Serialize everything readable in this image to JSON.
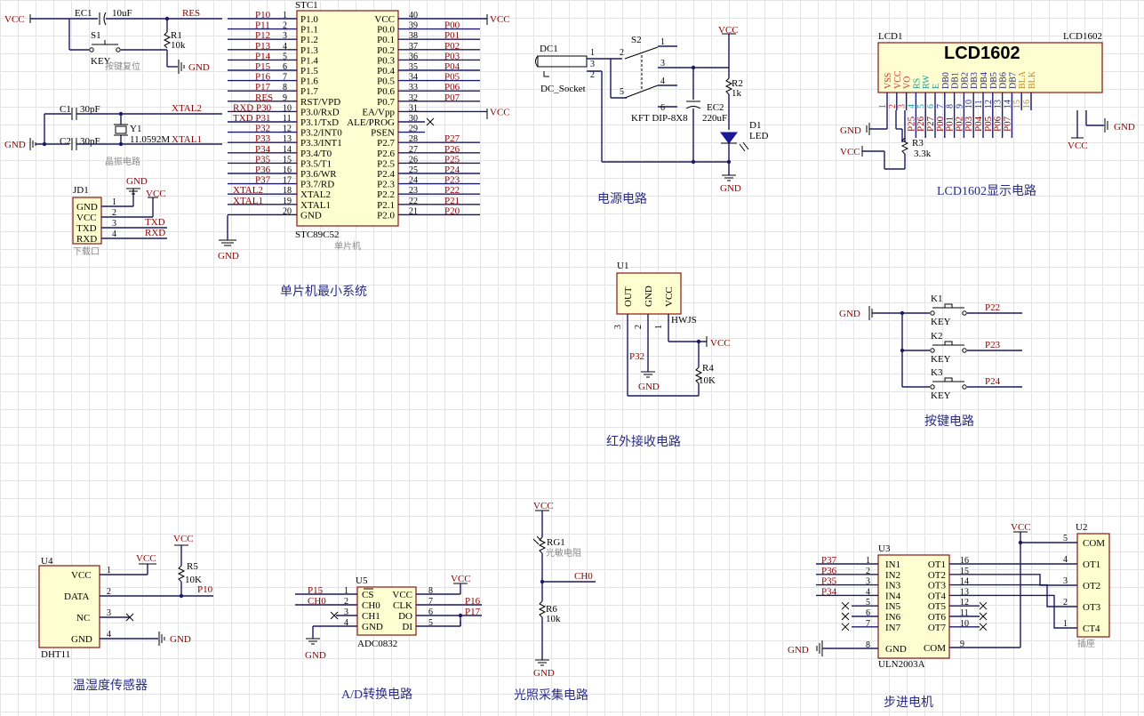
{
  "mcu": {
    "designator": "STC1",
    "part": "STC89C52",
    "name": "单片机",
    "title": "单片机最小系统",
    "left_pins": [
      {
        "num": "1",
        "name": "P1.0",
        "net": "P10"
      },
      {
        "num": "2",
        "name": "P1.1",
        "net": "P11"
      },
      {
        "num": "3",
        "name": "P1.2",
        "net": "P12"
      },
      {
        "num": "4",
        "name": "P1.3",
        "net": "P13"
      },
      {
        "num": "5",
        "name": "P1.4",
        "net": "P14"
      },
      {
        "num": "6",
        "name": "P1.5",
        "net": "P15"
      },
      {
        "num": "7",
        "name": "P1.6",
        "net": "P16"
      },
      {
        "num": "8",
        "name": "P1.7",
        "net": "P17"
      },
      {
        "num": "9",
        "name": "RST/VPD",
        "net": "RES"
      },
      {
        "num": "10",
        "name": "P3.0/RxD",
        "net": "RXD P30"
      },
      {
        "num": "11",
        "name": "P3.1/TxD",
        "net": "TXD P31"
      },
      {
        "num": "12",
        "name": "P3.2/INT0",
        "net": "P32"
      },
      {
        "num": "13",
        "name": "P3.3/INT1",
        "net": "P33"
      },
      {
        "num": "14",
        "name": "P3.4/T0",
        "net": "P34"
      },
      {
        "num": "15",
        "name": "P3.5/T1",
        "net": "P35"
      },
      {
        "num": "16",
        "name": "P3.6/WR",
        "net": "P36"
      },
      {
        "num": "17",
        "name": "P3.7/RD",
        "net": "P37"
      },
      {
        "num": "18",
        "name": "XTAL2",
        "net": "XTAL2"
      },
      {
        "num": "19",
        "name": "XTAL1",
        "net": "XTAL1"
      },
      {
        "num": "20",
        "name": "GND",
        "net": ""
      }
    ],
    "right_pins": [
      {
        "num": "40",
        "name": "VCC",
        "net": "VCC"
      },
      {
        "num": "39",
        "name": "P0.0",
        "net": "P00"
      },
      {
        "num": "38",
        "name": "P0.1",
        "net": "P01"
      },
      {
        "num": "37",
        "name": "P0.2",
        "net": "P02"
      },
      {
        "num": "36",
        "name": "P0.3",
        "net": "P03"
      },
      {
        "num": "35",
        "name": "P0.4",
        "net": "P04"
      },
      {
        "num": "34",
        "name": "P0.5",
        "net": "P05"
      },
      {
        "num": "33",
        "name": "P0.6",
        "net": "P06"
      },
      {
        "num": "32",
        "name": "P0.7",
        "net": "P07"
      },
      {
        "num": "31",
        "name": "EA/Vpp",
        "net": "VCC"
      },
      {
        "num": "30",
        "name": "ALE/PROG",
        "net": ""
      },
      {
        "num": "29",
        "name": "PSEN",
        "net": ""
      },
      {
        "num": "28",
        "name": "P2.7",
        "net": "P27"
      },
      {
        "num": "27",
        "name": "P2.6",
        "net": "P26"
      },
      {
        "num": "26",
        "name": "P2.5",
        "net": "P25"
      },
      {
        "num": "25",
        "name": "P2.4",
        "net": "P24"
      },
      {
        "num": "24",
        "name": "P2.3",
        "net": "P23"
      },
      {
        "num": "23",
        "name": "P2.2",
        "net": "P22"
      },
      {
        "num": "22",
        "name": "P2.1",
        "net": "P21"
      },
      {
        "num": "21",
        "name": "P2.0",
        "net": "P20"
      }
    ],
    "gnd": "GND"
  },
  "reset": {
    "vcc": "VCC",
    "cap": "EC1",
    "cap_val": "10uF",
    "net": "RES",
    "switch": "S1",
    "switch_type": "KEY",
    "res": "R1",
    "res_val": "10k",
    "gnd": "GND",
    "caption": "按键复位"
  },
  "crystal": {
    "c1": "C1",
    "c1_val": "30pF",
    "c2": "C2",
    "c2_val": "30pF",
    "y": "Y1",
    "y_val": "11.0592M",
    "net2": "XTAL2",
    "net1": "XTAL1",
    "gnd": "GND",
    "caption": "晶振电路"
  },
  "download": {
    "designator": "JD1",
    "gnd": "GND",
    "vcc": "VCC",
    "pins": [
      {
        "num": "1",
        "name": "GND",
        "net": ""
      },
      {
        "num": "2",
        "name": "VCC",
        "net": ""
      },
      {
        "num": "3",
        "name": "TXD",
        "net": "TXD"
      },
      {
        "num": "4",
        "name": "RXD",
        "net": "RXD"
      }
    ],
    "caption": "下载口"
  },
  "power": {
    "dc": "DC1",
    "dc_type": "DC_Socket",
    "dc_pins": [
      "1",
      "2",
      "3"
    ],
    "switch": "S2",
    "switch_type": "KFT DIP-8X8",
    "switch_pins": [
      "1",
      "2",
      "3",
      "4",
      "5",
      "6"
    ],
    "vcc": "VCC",
    "r": "R2",
    "r_val": "1k",
    "ec": "EC2",
    "ec_val": "220uF",
    "led": "D1",
    "led_type": "LED",
    "gnd": "GND",
    "title": "电源电路"
  },
  "lcd": {
    "designator": "LCD1",
    "part": "LCD1602",
    "big": "LCD1602",
    "pins": [
      {
        "num": "1",
        "name": "VSS",
        "c": "ps",
        "net": ""
      },
      {
        "num": "2",
        "name": "VCC",
        "c": "ps",
        "net": ""
      },
      {
        "num": "3",
        "name": "VO",
        "c": "ps",
        "net": ""
      },
      {
        "num": "4",
        "name": "RS",
        "c": "pc",
        "net": "P25"
      },
      {
        "num": "5",
        "name": "RW",
        "c": "pc",
        "net": "P26"
      },
      {
        "num": "6",
        "name": "E",
        "c": "pc",
        "net": "P27"
      },
      {
        "num": "7",
        "name": "DB0",
        "c": "pb",
        "net": "P00"
      },
      {
        "num": "8",
        "name": "DB1",
        "c": "pb",
        "net": "P01"
      },
      {
        "num": "9",
        "name": "DB2",
        "c": "pb",
        "net": "P02"
      },
      {
        "num": "10",
        "name": "DB3",
        "c": "pb",
        "net": "P03"
      },
      {
        "num": "11",
        "name": "DB4",
        "c": "pb",
        "net": "P04"
      },
      {
        "num": "12",
        "name": "DB5",
        "c": "pb",
        "net": "P05"
      },
      {
        "num": "13",
        "name": "DB6",
        "c": "pb",
        "net": "P06"
      },
      {
        "num": "14",
        "name": "DB7",
        "c": "pb",
        "net": "P07"
      },
      {
        "num": "15",
        "name": "BLA",
        "c": "po",
        "net": ""
      },
      {
        "num": "16",
        "name": "BLK",
        "c": "po",
        "net": ""
      }
    ],
    "gnd": "GND",
    "vcc": "VCC",
    "r": "R3",
    "r_val": "3.3k",
    "title": "LCD1602显示电路"
  },
  "ir": {
    "designator": "U1",
    "part": "HWJS",
    "pins": [
      {
        "num": "3",
        "name": "OUT",
        "net": "P32"
      },
      {
        "num": "2",
        "name": "GND",
        "net": ""
      },
      {
        "num": "1",
        "name": "VCC",
        "net": ""
      }
    ],
    "gnd": "GND",
    "vcc": "VCC",
    "r": "R4",
    "r_val": "10K",
    "title": "红外接收电路"
  },
  "keys": {
    "gnd": "GND",
    "items": [
      {
        "name": "K1",
        "type": "KEY",
        "net": "P22"
      },
      {
        "name": "K2",
        "type": "KEY",
        "net": "P23"
      },
      {
        "name": "K3",
        "type": "KEY",
        "net": "P24"
      }
    ],
    "title": "按键电路"
  },
  "dht": {
    "designator": "U4",
    "part": "DHT11",
    "pins": [
      {
        "num": "1",
        "name": "VCC",
        "net": "VCC"
      },
      {
        "num": "2",
        "name": "DATA",
        "net": "P10"
      },
      {
        "num": "3",
        "name": "NC",
        "net": ""
      },
      {
        "num": "4",
        "name": "GND",
        "net": "GND"
      }
    ],
    "vcc": "VCC",
    "r": "R5",
    "r_val": "10K",
    "title": "温湿度传感器"
  },
  "adc": {
    "designator": "U5",
    "part": "ADC0832",
    "left": [
      {
        "num": "1",
        "name": "CS",
        "net": "P15"
      },
      {
        "num": "2",
        "name": "CH0",
        "net": "CH0"
      },
      {
        "num": "3",
        "name": "CH1",
        "net": ""
      },
      {
        "num": "4",
        "name": "GND",
        "net": ""
      }
    ],
    "right": [
      {
        "num": "8",
        "name": "VCC",
        "net": "VCC"
      },
      {
        "num": "7",
        "name": "CLK",
        "net": "P16"
      },
      {
        "num": "6",
        "name": "DO",
        "net": "P17"
      },
      {
        "num": "5",
        "name": "DI",
        "net": ""
      }
    ],
    "gnd": "GND",
    "title": "A/D转换电路"
  },
  "ldr": {
    "vcc": "VCC",
    "rg": "RG1",
    "rg_name": "光敏电阻",
    "net": "CH0",
    "r": "R6",
    "r_val": "10k",
    "gnd": "GND",
    "title": "光照采集电路"
  },
  "stepper": {
    "designator": "U3",
    "part": "ULN2003A",
    "left": [
      {
        "num": "1",
        "name": "IN1",
        "net": "P37"
      },
      {
        "num": "2",
        "name": "IN2",
        "net": "P36"
      },
      {
        "num": "3",
        "name": "IN3",
        "net": "P35"
      },
      {
        "num": "4",
        "name": "IN4",
        "net": "P34"
      },
      {
        "num": "5",
        "name": "IN5",
        "net": ""
      },
      {
        "num": "6",
        "name": "IN6",
        "net": ""
      },
      {
        "num": "7",
        "name": "IN7",
        "net": ""
      },
      {
        "num": "8",
        "name": "GND",
        "net": ""
      }
    ],
    "right": [
      {
        "num": "16",
        "name": "OT1",
        "net": ""
      },
      {
        "num": "15",
        "name": "OT2",
        "net": ""
      },
      {
        "num": "14",
        "name": "OT3",
        "net": ""
      },
      {
        "num": "13",
        "name": "OT4",
        "net": ""
      },
      {
        "num": "12",
        "name": "OT5",
        "net": ""
      },
      {
        "num": "11",
        "name": "OT6",
        "net": ""
      },
      {
        "num": "10",
        "name": "OT7",
        "net": ""
      },
      {
        "num": "9",
        "name": "COM",
        "net": ""
      }
    ],
    "conn": "U2",
    "conn_name": "插座",
    "conn_pins": [
      {
        "num": "5",
        "name": "COM"
      },
      {
        "num": "4",
        "name": "OT1"
      },
      {
        "num": "3",
        "name": "OT2"
      },
      {
        "num": "2",
        "name": "OT3"
      },
      {
        "num": "1",
        "name": "CT4"
      }
    ],
    "vcc": "VCC",
    "gnd": "GND",
    "title": "步进电机"
  }
}
